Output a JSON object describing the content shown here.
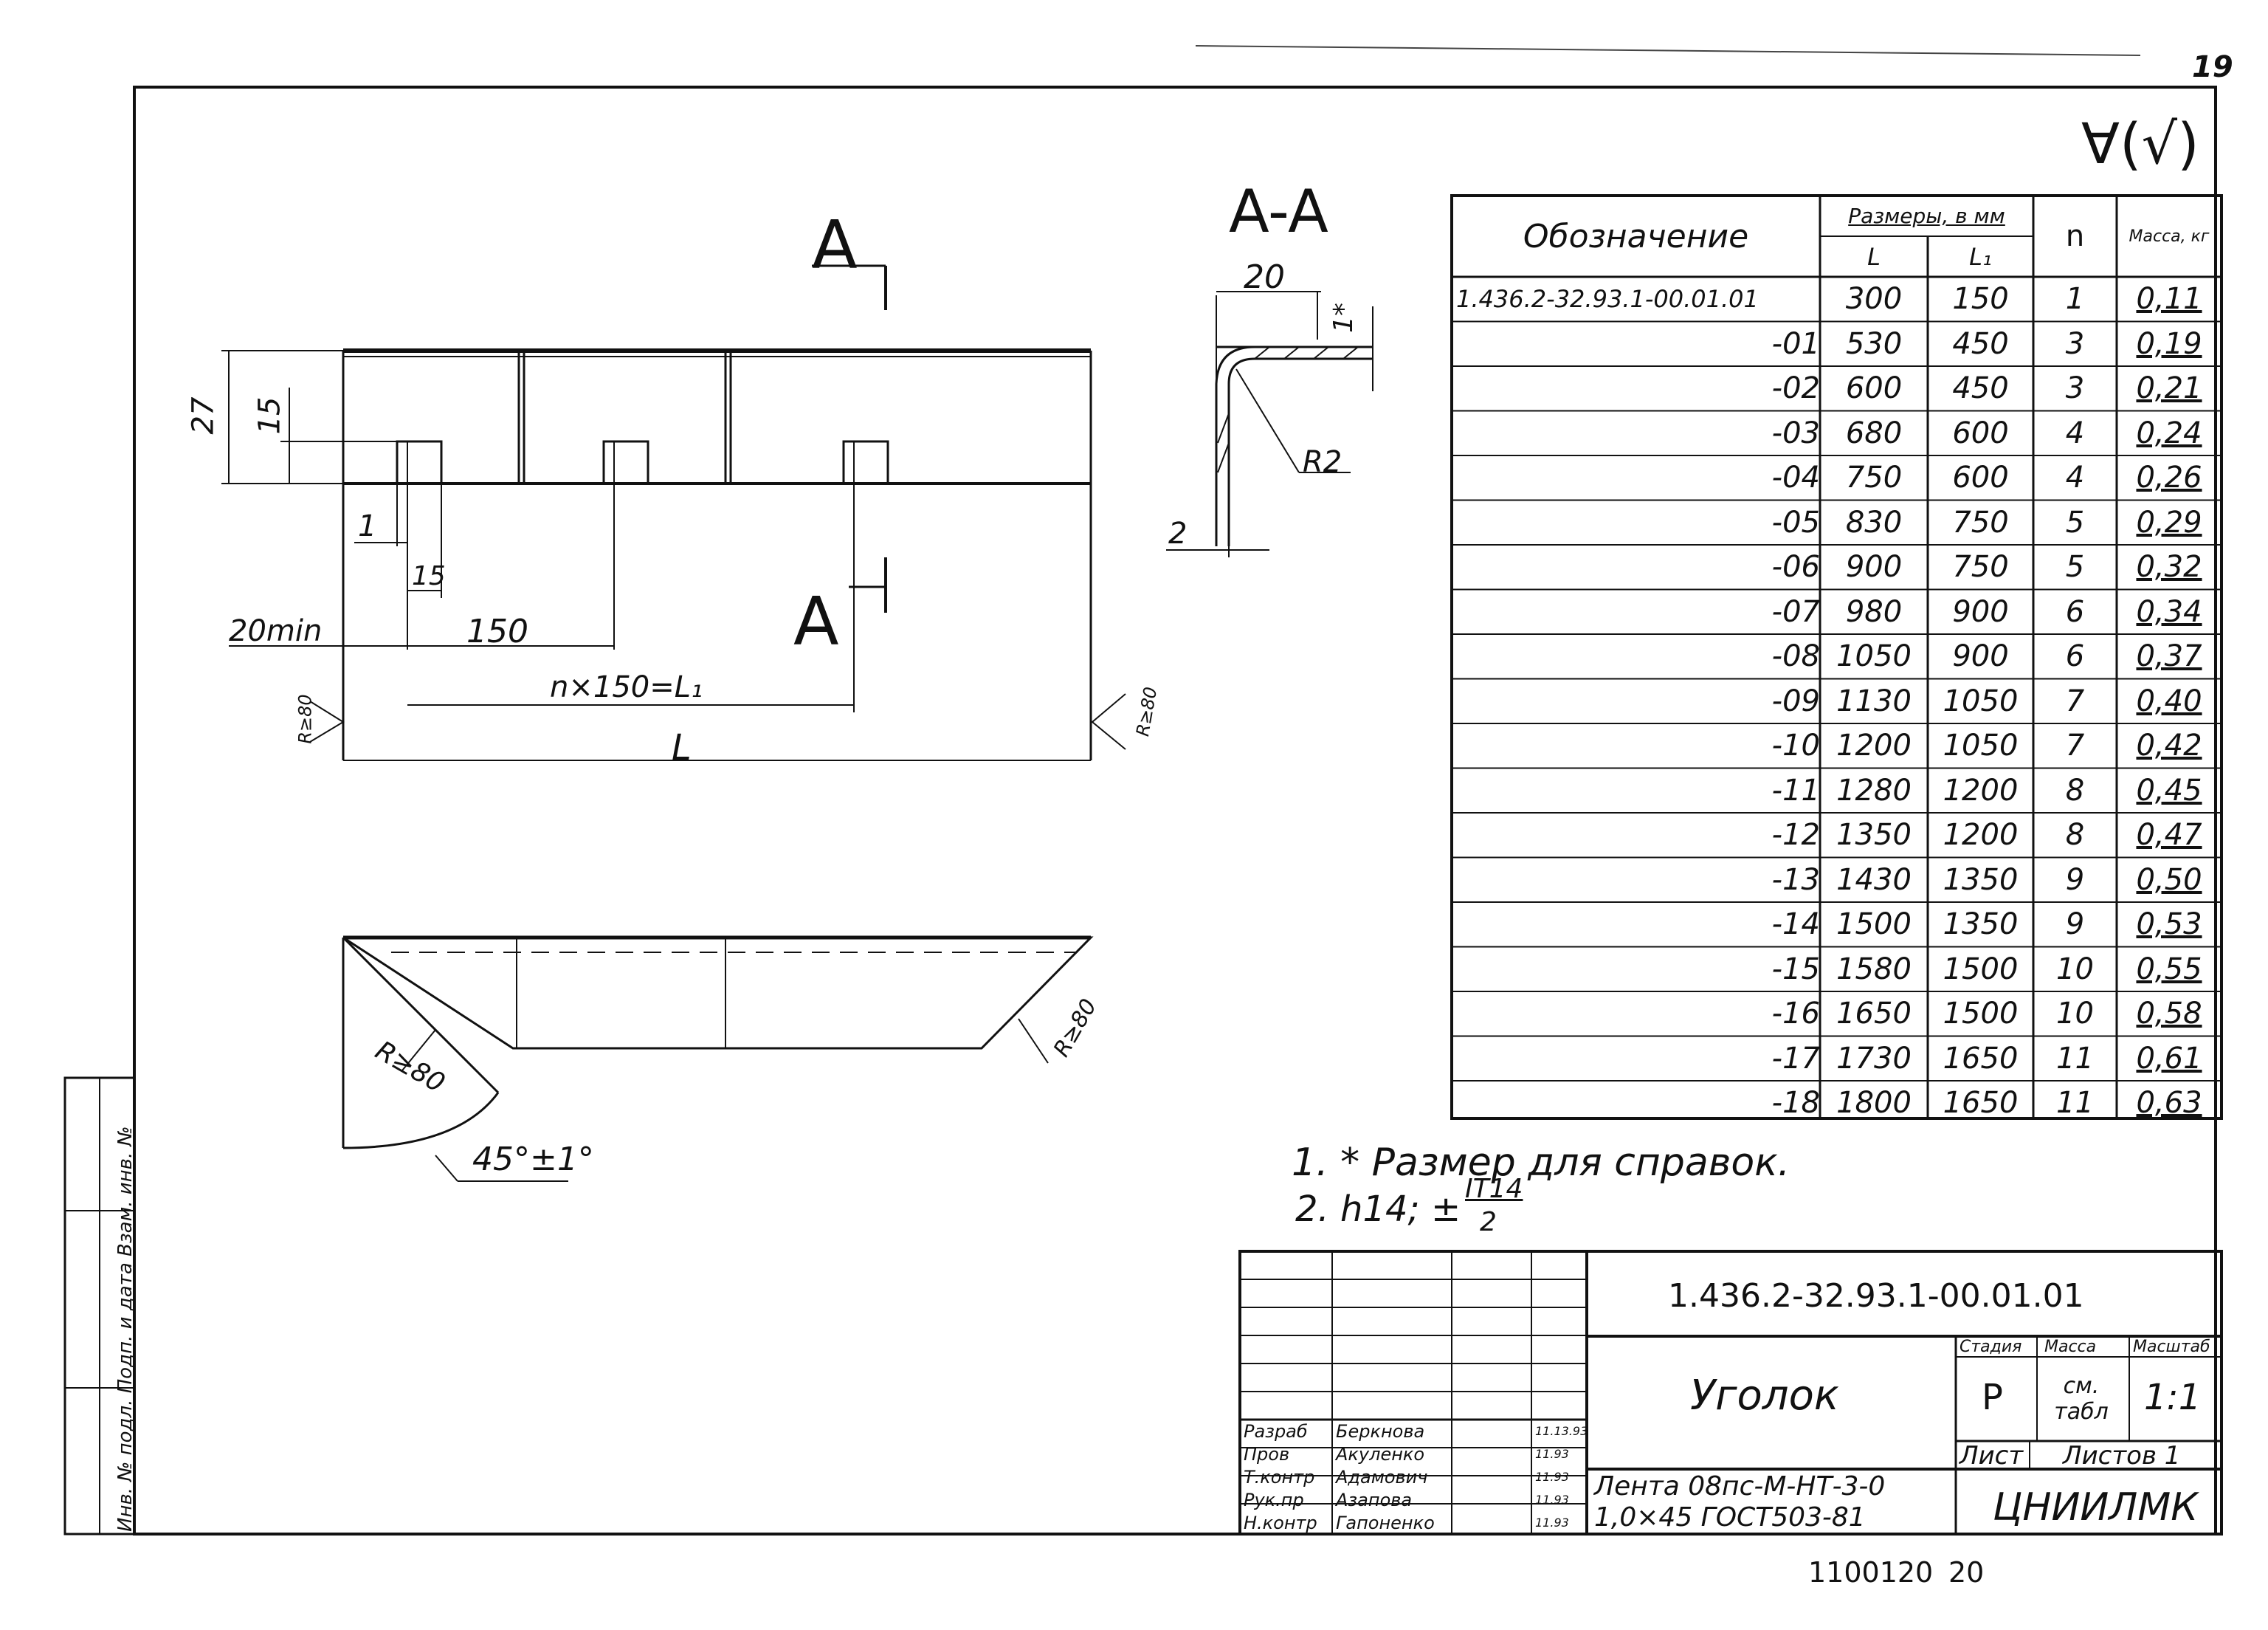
{
  "page_number": "19",
  "roughness_mark": "∀(√)",
  "section_label_top": "A",
  "section_label_bottom": "A",
  "section_title": "A-A",
  "front_view": {
    "dim_height_total": "27",
    "dim_height_slot": "15",
    "dim_slot_gap": "1",
    "dim_slot_width": "15",
    "dim_edge_min": "20min",
    "dim_pitch": "150",
    "dim_slots_total": "n×150=L₁",
    "dim_length": "L",
    "corner_left": "R≥80",
    "corner_right": "R≥80"
  },
  "section_view": {
    "dim_flange": "20",
    "dim_thickness_ref": "1*",
    "dim_radius": "R2",
    "dim_wall": "2"
  },
  "top_view": {
    "radius_left": "R≥80",
    "radius_right": "R≥80",
    "angle": "45°±1°"
  },
  "spec_table": {
    "headers": {
      "designation": "Обозначение",
      "dimensions": "Размеры, в мм",
      "col_L": "L",
      "col_L1": "L₁",
      "col_n": "n",
      "col_mass": "Масса, кг"
    },
    "rows": [
      {
        "code": "1.436.2-32.93.1-00.01.01",
        "L": "300",
        "L1": "150",
        "n": "1",
        "mass": "0,11"
      },
      {
        "code": "-01",
        "L": "530",
        "L1": "450",
        "n": "3",
        "mass": "0,19"
      },
      {
        "code": "-02",
        "L": "600",
        "L1": "450",
        "n": "3",
        "mass": "0,21"
      },
      {
        "code": "-03",
        "L": "680",
        "L1": "600",
        "n": "4",
        "mass": "0,24"
      },
      {
        "code": "-04",
        "L": "750",
        "L1": "600",
        "n": "4",
        "mass": "0,26"
      },
      {
        "code": "-05",
        "L": "830",
        "L1": "750",
        "n": "5",
        "mass": "0,29"
      },
      {
        "code": "-06",
        "L": "900",
        "L1": "750",
        "n": "5",
        "mass": "0,32"
      },
      {
        "code": "-07",
        "L": "980",
        "L1": "900",
        "n": "6",
        "mass": "0,34"
      },
      {
        "code": "-08",
        "L": "1050",
        "L1": "900",
        "n": "6",
        "mass": "0,37"
      },
      {
        "code": "-09",
        "L": "1130",
        "L1": "1050",
        "n": "7",
        "mass": "0,40"
      },
      {
        "code": "-10",
        "L": "1200",
        "L1": "1050",
        "n": "7",
        "mass": "0,42"
      },
      {
        "code": "-11",
        "L": "1280",
        "L1": "1200",
        "n": "8",
        "mass": "0,45"
      },
      {
        "code": "-12",
        "L": "1350",
        "L1": "1200",
        "n": "8",
        "mass": "0,47"
      },
      {
        "code": "-13",
        "L": "1430",
        "L1": "1350",
        "n": "9",
        "mass": "0,50"
      },
      {
        "code": "-14",
        "L": "1500",
        "L1": "1350",
        "n": "9",
        "mass": "0,53"
      },
      {
        "code": "-15",
        "L": "1580",
        "L1": "1500",
        "n": "10",
        "mass": "0,55"
      },
      {
        "code": "-16",
        "L": "1650",
        "L1": "1500",
        "n": "10",
        "mass": "0,58"
      },
      {
        "code": "-17",
        "L": "1730",
        "L1": "1650",
        "n": "11",
        "mass": "0,61"
      },
      {
        "code": "-18",
        "L": "1800",
        "L1": "1650",
        "n": "11",
        "mass": "0,63"
      }
    ]
  },
  "notes": {
    "note1": "1. * Размер для справок.",
    "note2_prefix": "2. h14; ±",
    "note2_num": "IT14",
    "note2_den": "2"
  },
  "title_block": {
    "doc_code": "1.436.2-32.93.1-00.01.01",
    "part_name": "Уголок",
    "material_line1": "Лента 08пс-М-НТ-3-0",
    "material_line2": "1,0×45 ГОСТ503-81",
    "stage_label": "Стадия",
    "stage_value": "Р",
    "mass_label": "Масса",
    "mass_value": "см. табл",
    "scale_label": "Масштаб",
    "scale_value": "1:1",
    "sheet_label": "Лист",
    "sheets_label": "Листов 1",
    "org": "ЦНИИЛМК",
    "roles": [
      {
        "role": "Разраб",
        "name": "Беркнова",
        "date": "11.13.93"
      },
      {
        "role": "Пров",
        "name": "Акуленко",
        "date": "11.93"
      },
      {
        "role": "Т.контр",
        "name": "Адамович",
        "date": "11.93"
      },
      {
        "role": "Рук.пр",
        "name": "Азапова",
        "date": "11.93"
      },
      {
        "role": "Н.контр",
        "name": "Гапоненко",
        "date": "11.93"
      }
    ]
  },
  "side_stamp": "Инв. № подл.   Подп. и дата   Взам. инв. №",
  "bottom_code": "1100120",
  "bottom_num": "20"
}
